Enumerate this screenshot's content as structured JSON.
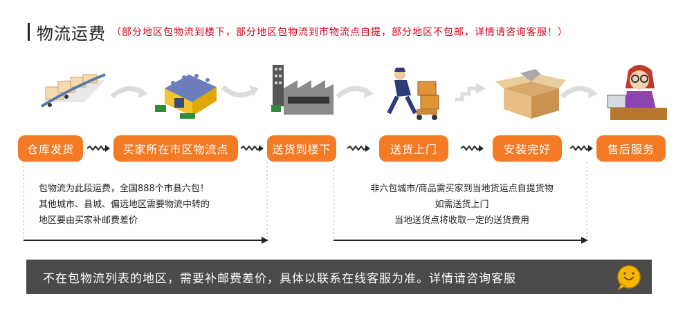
{
  "header": {
    "title": "物流运费",
    "note": "（部分地区包物流到楼下，部分地区包物流到市物流点自提，部分地区不包邮，详情请咨询客服！）"
  },
  "steps": [
    {
      "label": "仓库发货"
    },
    {
      "label": "买家所在市区物流点"
    },
    {
      "label": "送货到楼下"
    },
    {
      "label": "送货上门"
    },
    {
      "label": "安装完好"
    },
    {
      "label": "售后服务"
    }
  ],
  "icons": {
    "illustrations": [
      "truck-convoy-icon",
      "warehouse-icon",
      "factory-icon",
      "delivery-worker-icon",
      "open-box-icon",
      "customer-service-icon"
    ],
    "footer": "chat-bubble-icon"
  },
  "left_note": {
    "lines": [
      "包物流为此段运费，全国888个市县六包！",
      "其他城市、县城、偏远地区需要物流中转的",
      "地区要由买家补邮费差价"
    ]
  },
  "right_note": {
    "lines": [
      "非六包城市/商品需买家到当地货运点自提货物",
      "如需送货上门",
      "当地送货点将收取一定的送货费用"
    ]
  },
  "footer": {
    "text": "不在包物流列表的地区，需要补邮费差价，具体以联系在线客服为准。详情请咨询客服"
  },
  "colors": {
    "step": "#f47a23",
    "note": "#d0021b",
    "footer_bg": "#4a4a4a"
  }
}
